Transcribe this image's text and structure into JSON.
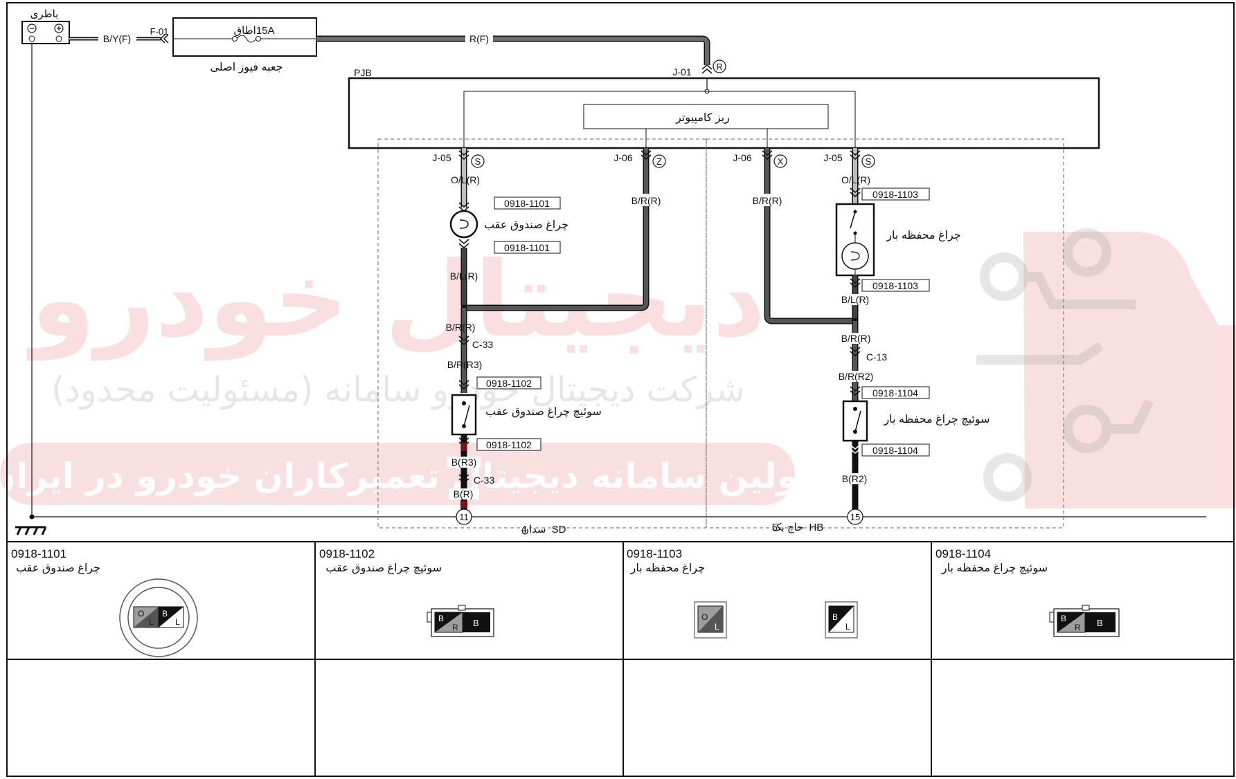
{
  "watermark": {
    "brand": "دیجیتال خودرو",
    "company": "شرکت دیجیتال خودرو سامانه (مسئولیت محدود)",
    "slogan": "اولین سامانه دیجیتال تعمیرکاران خودرو در ایران",
    "color": "#e57373"
  },
  "power": {
    "battery_label": "باطری",
    "battery_wire": "B/Y(F)",
    "fuse_connector": "F-01",
    "fuse_rating": "15A",
    "fuse_name": "اطاق",
    "fuse_box_label": "جعبه فیوز اصلی",
    "main_wire": "R(F)",
    "pjb_connector": "J-01",
    "pjb_pin": "R",
    "pjb_label": "PJB",
    "computer_label": "ریز کامپیوتر"
  },
  "sedan": {
    "label": "سدان",
    "code": "4SD",
    "left_connector": "J-05",
    "left_pin": "S",
    "left_wire_top": "O/L(R)",
    "lamp_connector_top": "0918-1101",
    "lamp_label": "چراغ صندوق عقب",
    "lamp_connector_bottom": "0918-1101",
    "wire_bl": "B/L(R)",
    "right_connector": "J-06",
    "right_pin": "Z",
    "right_wire": "B/R(R)",
    "wire_br": "B/R(R)",
    "joint1": "C-33",
    "wire_br3": "B/R(R3)",
    "switch_connector_top": "0918-1102",
    "switch_label": "سوئیچ چراغ صندوق عقب",
    "switch_connector_bottom": "0918-1102",
    "wire_b3": "B(R3)",
    "joint2": "C-33",
    "wire_b": "B(R)",
    "ground_point": "11"
  },
  "hatch": {
    "label": "حاچ بک",
    "code": "5HB",
    "left_connector": "J-06",
    "left_pin": "X",
    "left_wire": "B/R(R)",
    "right_connector": "J-05",
    "right_pin": "S",
    "right_wire_top": "O/L(R)",
    "lamp_connector_top": "0918-1103",
    "lamp_label": "چراغ محفظه بار",
    "lamp_connector_bottom": "0918-1103",
    "wire_bl": "B/L(R)",
    "wire_br": "B/R(R)",
    "joint": "C-13",
    "wire_br2": "B/R(R2)",
    "switch_connector_top": "0918-1104",
    "switch_label": "سوئیچ چراغ محفظه بار",
    "switch_connector_bottom": "0918-1104",
    "wire_b2": "B(R2)",
    "ground_point": "15"
  },
  "connectors": [
    {
      "id": "0918-1101",
      "name": "چراغ صندوق عقب",
      "pins": [
        "O",
        "L",
        "B",
        "L"
      ]
    },
    {
      "id": "0918-1102",
      "name": "سوئیچ چراغ صندوق عقب",
      "pins": [
        "B",
        "R",
        "B"
      ]
    },
    {
      "id": "0918-1103",
      "name": "چراغ محفظه بار",
      "pins": [
        "O",
        "L",
        "B",
        "L"
      ]
    },
    {
      "id": "0918-1104",
      "name": "سوئیچ چراغ محفظه بار",
      "pins": [
        "B",
        "R",
        "B"
      ]
    }
  ]
}
